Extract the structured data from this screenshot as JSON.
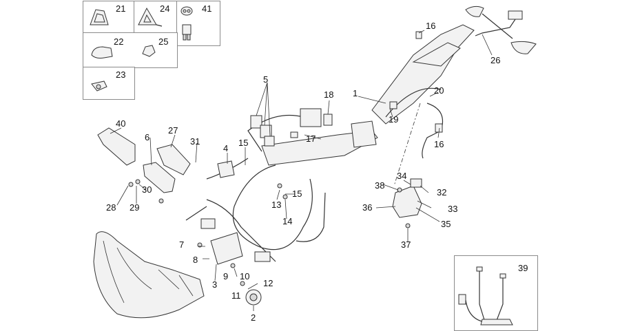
{
  "diagram": {
    "inset_labels": {
      "i21": "21",
      "i24": "24",
      "i41": "41",
      "i22": "22",
      "i25": "25",
      "i23": "23",
      "i39": "39"
    },
    "callouts": {
      "c1": "1",
      "c2": "2",
      "c3": "3",
      "c4": "4",
      "c5": "5",
      "c6": "6",
      "c7": "7",
      "c8": "8",
      "c9": "9",
      "c10": "10",
      "c11": "11",
      "c12": "12",
      "c13": "13",
      "c14": "14",
      "c15a": "15",
      "c15b": "15",
      "c16a": "16",
      "c16b": "16",
      "c17": "17",
      "c18": "18",
      "c19": "19",
      "c20": "20",
      "c26": "26",
      "c27": "27",
      "c28": "28",
      "c29": "29",
      "c30": "30",
      "c31": "31",
      "c32": "32",
      "c33": "33",
      "c34": "34",
      "c35": "35",
      "c36": "36",
      "c37": "37",
      "c38": "38",
      "c40": "40"
    }
  }
}
